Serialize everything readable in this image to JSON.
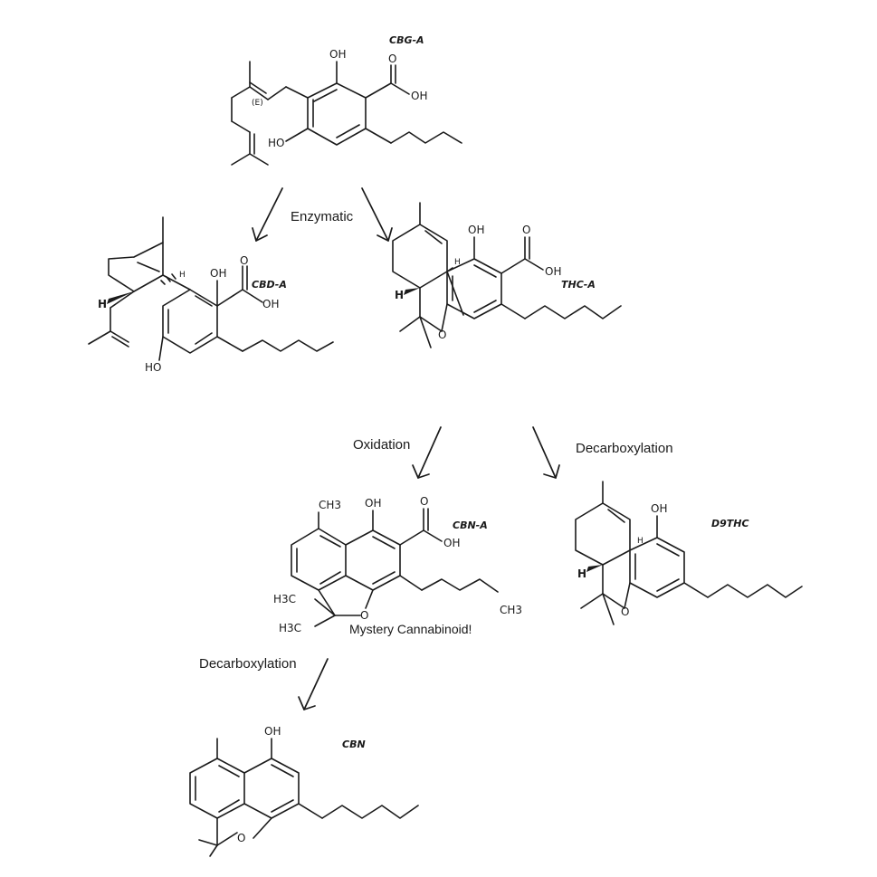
{
  "molecules": {
    "cbga": {
      "name": "CBG-A",
      "labels": {
        "oh_top": "OH",
        "cooh": "OH",
        "carbonyl_o": "O",
        "oh_bottom": "HO",
        "stereo": "(E)"
      }
    },
    "cbda": {
      "name": "CBD-A",
      "labels": {
        "oh_top": "OH",
        "cooh": "OH",
        "carbonyl_o": "O",
        "oh_bottom": "HO",
        "h_left": "H",
        "h_right": "H"
      }
    },
    "thca": {
      "name": "THC-A",
      "labels": {
        "oh_top": "OH",
        "cooh": "OH",
        "carbonyl_o": "O",
        "ring_o": "O",
        "h_top": "H",
        "h_bottom": "H"
      }
    },
    "cbna": {
      "name": "CBN-A",
      "labels": {
        "methyl": "CH3",
        "oh_top": "OH",
        "cooh": "OH",
        "carbonyl_o": "O",
        "ring_o": "O",
        "me1": "H3C",
        "me2": "H3C",
        "tail_methyl": "CH3"
      },
      "note": "Mystery Cannabinoid!"
    },
    "d9thc": {
      "name": "D9THC",
      "labels": {
        "oh_top": "OH",
        "ring_o": "O",
        "h_top": "H",
        "h_bottom": "H"
      }
    },
    "cbn": {
      "name": "CBN",
      "labels": {
        "oh_top": "OH",
        "ring_o": "O"
      }
    }
  },
  "steps": {
    "enzymatic": "Enzymatic",
    "oxidation": "Oxidation",
    "decarboxylation_1": "Decarboxylation",
    "decarboxylation_2": "Decarboxylation"
  }
}
